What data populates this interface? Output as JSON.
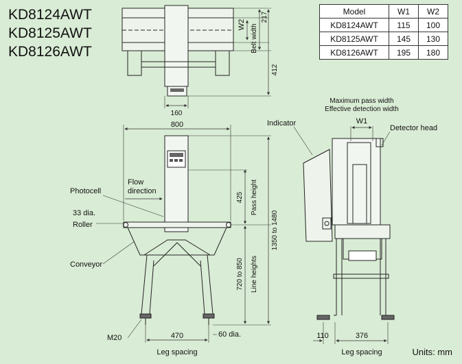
{
  "models": [
    "KD8124AWT",
    "KD8125AWT",
    "KD8126AWT"
  ],
  "spec_table": {
    "headers": [
      "Model",
      "W1",
      "W2"
    ],
    "rows": [
      [
        "KD8124AWT",
        "115",
        "100"
      ],
      [
        "KD8125AWT",
        "145",
        "130"
      ],
      [
        "KD8126AWT",
        "195",
        "180"
      ]
    ]
  },
  "top_view": {
    "dim_w2": "W2",
    "dim_217": "217",
    "label_belt_width": "Belt width",
    "dim_412": "412",
    "dim_160": "160"
  },
  "front_view": {
    "dim_800": "800",
    "label_photocell": "Photocell",
    "label_flow_1": "Flow",
    "label_flow_2": "direction",
    "label_33dia": "33 dia.",
    "label_roller": "Roller",
    "label_conveyor": "Conveyor",
    "dim_425": "425",
    "label_pass_height": "Pass height",
    "dim_1350_1480": "1350 to 1480",
    "dim_720_850": "720 to 850",
    "label_line_heights": "Line heights",
    "label_m20": "M20",
    "dim_470": "470",
    "dim_60dia": "60 dia.",
    "label_leg_spacing": "Leg spacing"
  },
  "side_view": {
    "label_max_pass_1": "Maximum pass width",
    "label_max_pass_2": "Effective detection width",
    "dim_w1": "W1",
    "label_indicator": "Indicator",
    "label_detector_head": "Detector head",
    "dim_110": "110",
    "dim_376": "376",
    "label_leg_spacing": "Leg spacing"
  },
  "units": "Units: mm",
  "colors": {
    "background": "#d9ecd5",
    "line": "#222222",
    "dim_line": "#333333",
    "table_bg": "#ffffff"
  }
}
